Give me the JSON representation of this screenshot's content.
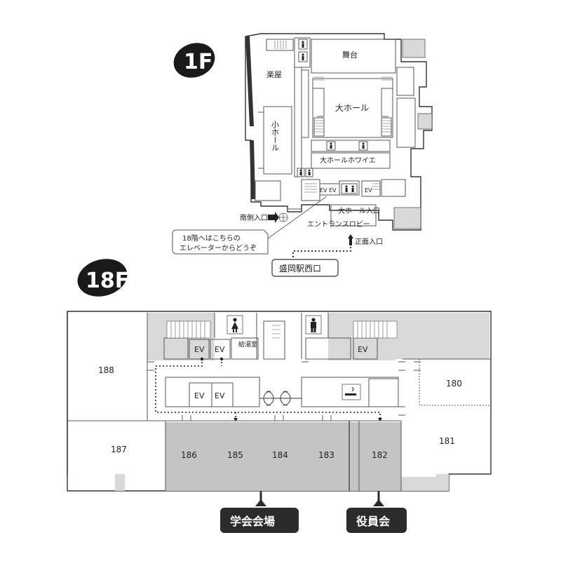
{
  "floor_1f": {
    "badge": "1F",
    "rooms": {
      "stage": "舞台",
      "green_room": "楽屋",
      "large_hall": "大ホール",
      "small_hall": "小ホール",
      "large_hall_foyer": "大ホールホワイエ",
      "large_hall_entrance": "大ホール入口",
      "entrance_lobby": "エントランスロビー"
    },
    "entrances": {
      "south": "南側入口",
      "front": "正面入口"
    },
    "station_label": "盛岡駅西口",
    "callout": {
      "line1": "18階へはこちらの",
      "line2": "エレベーターからどうぞ"
    },
    "ev_label": "EV"
  },
  "floor_18f": {
    "badge": "18F",
    "rooms": {
      "r188": "188",
      "r187": "187",
      "r186": "186",
      "r185": "185",
      "r184": "184",
      "r183": "183",
      "r182": "182",
      "r181": "181",
      "r180": "180",
      "kitchenette": "給湯室"
    },
    "ev_label": "EV",
    "venues": {
      "conference": "学会会場",
      "board": "役員会"
    }
  },
  "colors": {
    "badge_bg": "#1a1a1a",
    "wall": "#333333",
    "service_fill": "#d9d9d9",
    "venue_fill": "#c4c4c4",
    "pill_bg": "#2b2b2b"
  }
}
